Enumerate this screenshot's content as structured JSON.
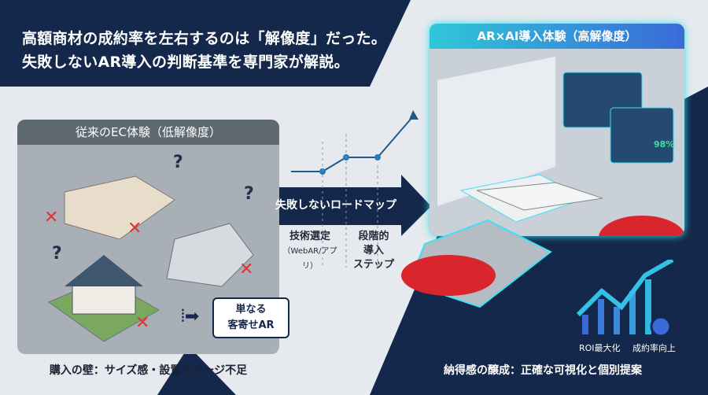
{
  "headline": {
    "line1": "高額商材の成約率を左右するのは「解像度」だった。",
    "line2": "失敗しないAR導入の判断基準を専門家が解説。"
  },
  "left_panel": {
    "title": "従来のEC体験（低解像度）",
    "caption": "購入の壁：サイズ感・設置イメージ不足",
    "lure_box": {
      "line1": "単なる",
      "line2": "客寄せAR"
    }
  },
  "roadmap": {
    "label": "失敗しないロードマップ",
    "step1": {
      "title": "技術選定",
      "sub": "（WebAR/アプリ）"
    },
    "step2": {
      "line1": "段階的",
      "line2": "導入",
      "line3": "ステップ"
    }
  },
  "right_panel": {
    "title": "AR×AI導入体験（高解像度）",
    "caption": "納得感の醸成：正確な可視化と個別提案",
    "overlay_percent": "98%",
    "roi_label": "ROI最大化",
    "conversion_label": "成約率向上"
  },
  "colors": {
    "navy": "#13284a",
    "cyan": "#2fc8d8",
    "red_mark": "#e03434",
    "car_red": "#d8262c"
  }
}
